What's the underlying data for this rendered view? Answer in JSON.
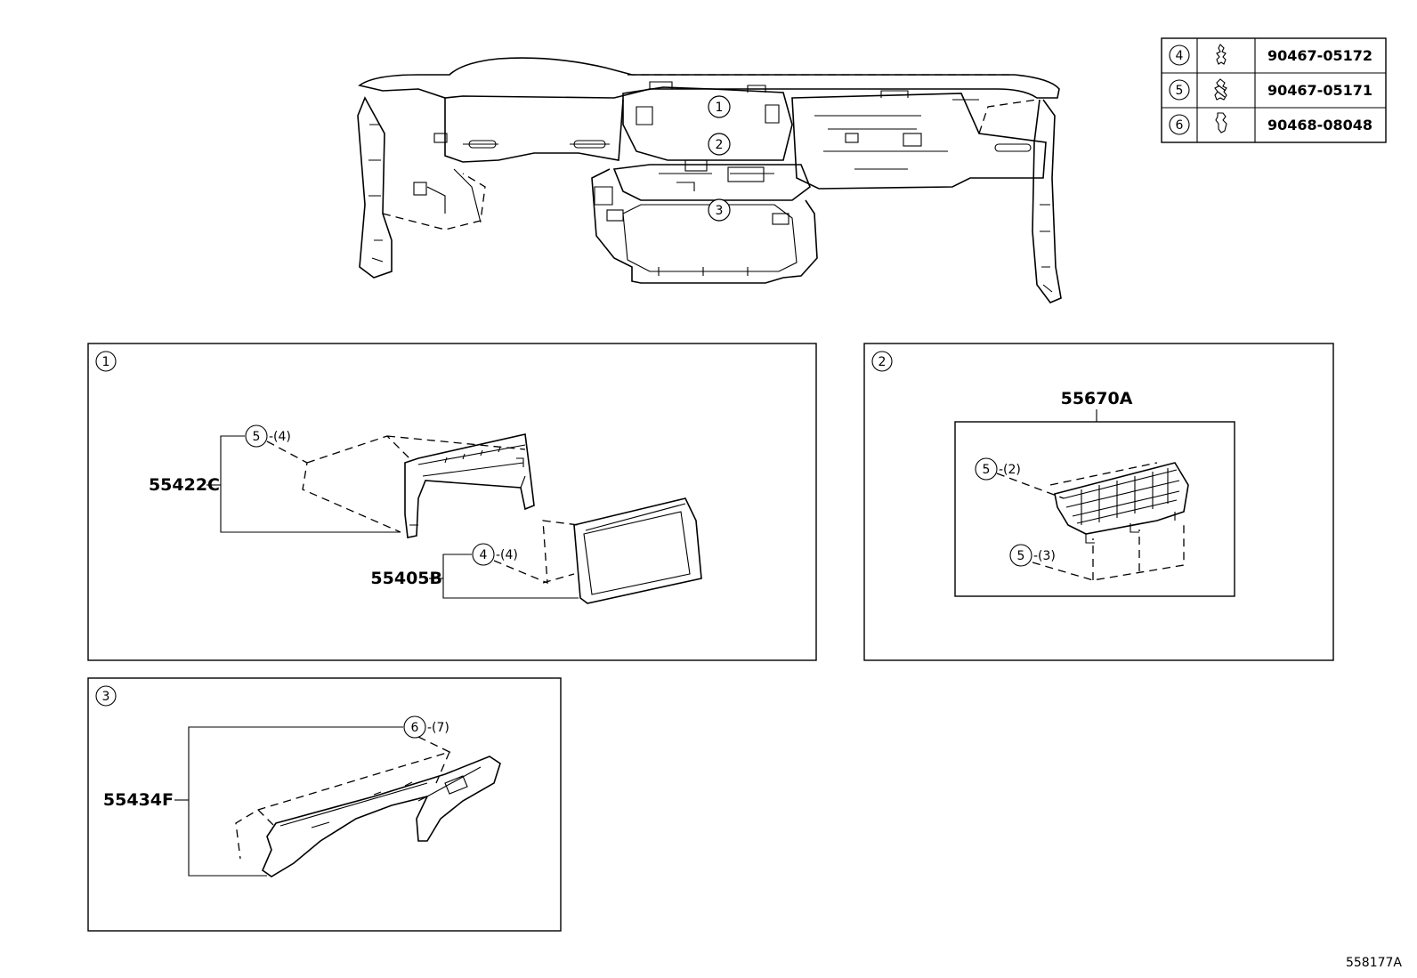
{
  "legend": [
    {
      "num": "4",
      "part": "90467-05172",
      "icon": "clip-icon"
    },
    {
      "num": "5",
      "part": "90467-05171",
      "icon": "clip-icon"
    },
    {
      "num": "6",
      "part": "90468-08048",
      "icon": "clip-icon"
    }
  ],
  "overview": {
    "callouts": [
      "1",
      "2",
      "3"
    ]
  },
  "panel1": {
    "index": "1",
    "part_a": "55422C",
    "part_a_clip": "5",
    "part_a_qty": "-(4)",
    "part_b": "55405B",
    "part_b_clip": "4",
    "part_b_qty": "-(4)"
  },
  "panel2": {
    "index": "2",
    "part": "55670A",
    "clip_upper": "5",
    "clip_upper_qty": "-(2)",
    "clip_lower": "5",
    "clip_lower_qty": "-(3)"
  },
  "panel3": {
    "index": "3",
    "part": "55434F",
    "clip": "6",
    "clip_qty": "-(7)"
  },
  "diagram_ref": "558177A"
}
